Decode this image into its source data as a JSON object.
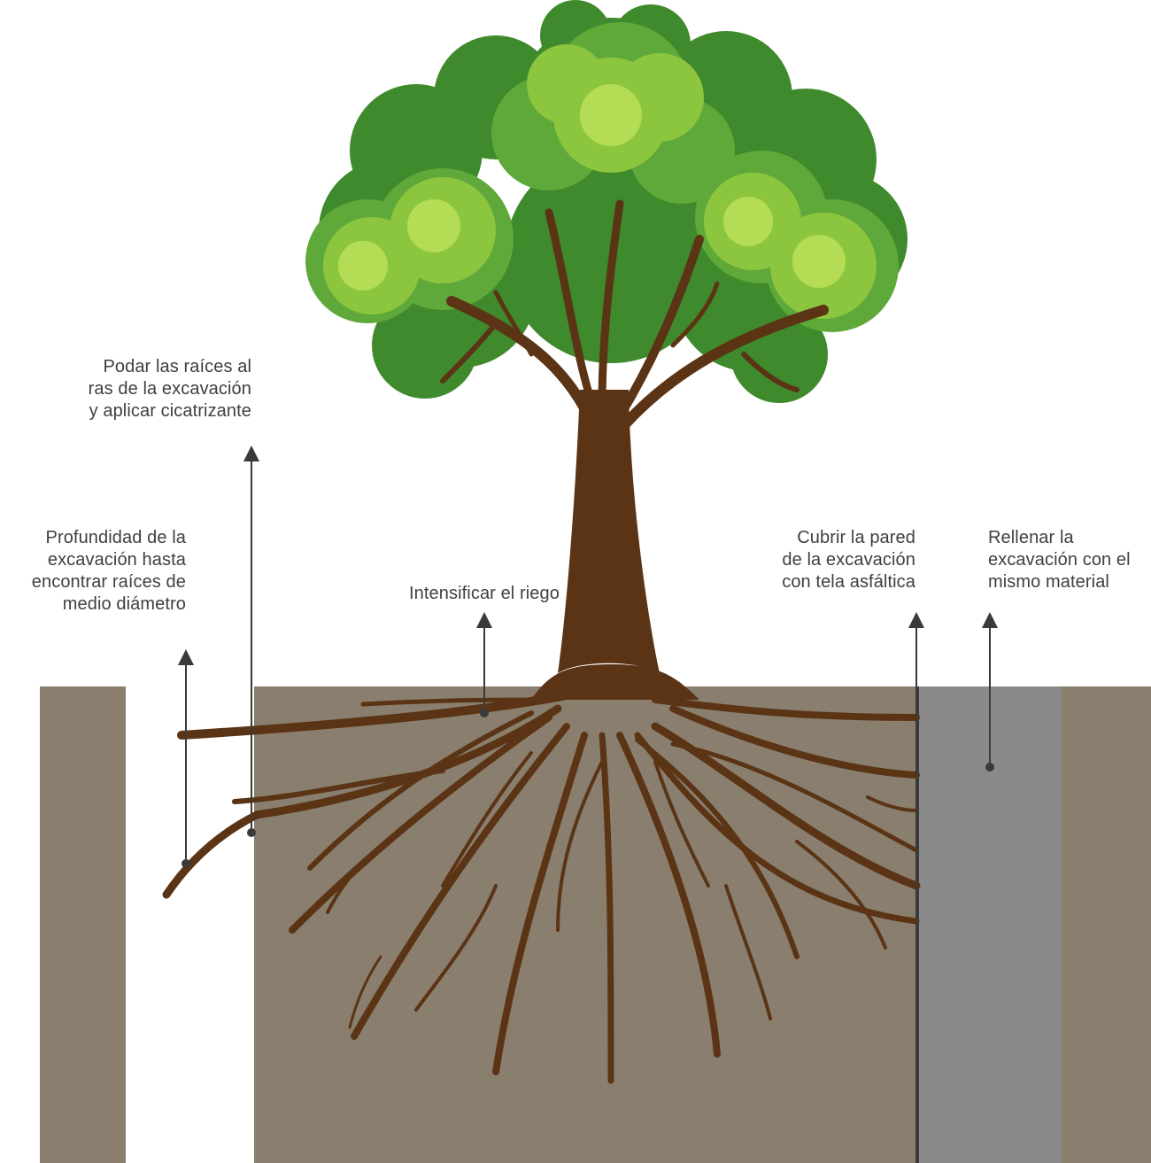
{
  "colors": {
    "soil": "#8a7f6e",
    "fill": "#8a8a8a",
    "root": "#5b3416",
    "leaf_dark": "#3e8a2c",
    "leaf_mid": "#5fa83a",
    "leaf_light": "#8cc63f",
    "leaf_bright": "#b4dc55",
    "pointer": "#3a3a3a",
    "text": "#3f3f3f"
  },
  "callouts": {
    "prune": {
      "lines": [
        "Podar las raíces al",
        "ras de la excavación",
        "y aplicar cicatrizante"
      ]
    },
    "depth": {
      "lines": [
        "Profundidad de la",
        "excavación hasta",
        "encontrar raíces de",
        "medio diámetro"
      ]
    },
    "water": {
      "lines": [
        "Intensificar el riego"
      ]
    },
    "cover": {
      "lines": [
        "Cubrir la pared",
        "de la excavación",
        "con tela asfáltica"
      ]
    },
    "refill": {
      "lines": [
        "Rellenar la",
        "excavación con el",
        "mismo material"
      ]
    }
  }
}
